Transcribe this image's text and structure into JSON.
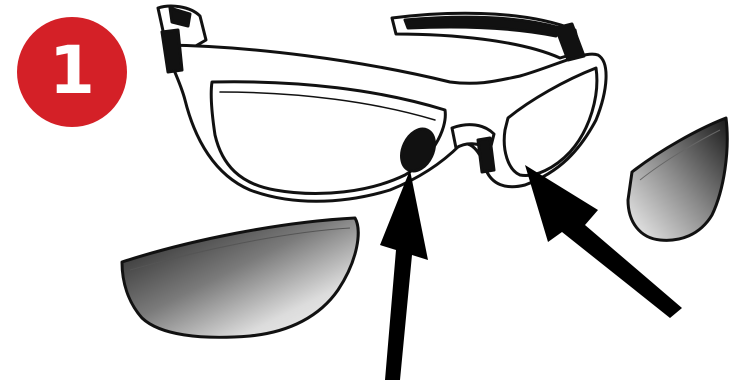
{
  "step": {
    "number": "1",
    "badge_color": "#d42027",
    "number_color": "#ffffff"
  },
  "colors": {
    "outline": "#111111",
    "frame_fill": "#ffffff",
    "lens_tint_dark": "#1a1a1a",
    "lens_tint_light": "#f2f2f2",
    "arrow": "#000000"
  },
  "parts": {
    "frame": "sunglasses-frame",
    "left_lens": "detached-left-lens",
    "right_lens": "detached-right-lens",
    "arrows": [
      "arrow-to-left-lens-socket",
      "arrow-to-right-lens-socket"
    ]
  }
}
